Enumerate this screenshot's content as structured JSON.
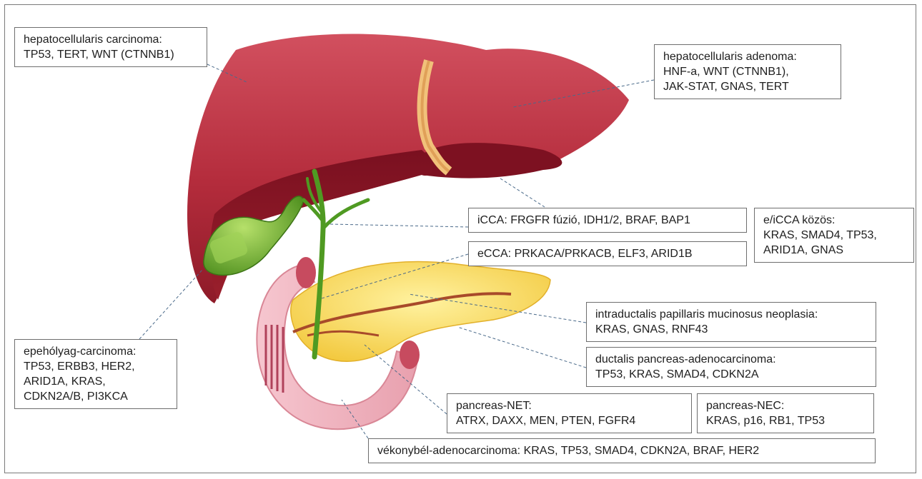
{
  "labels": {
    "hcc": [
      "hepatocellularis carcinoma:",
      "TP53, TERT, WNT (CTNNB1)"
    ],
    "hca": [
      "hepatocellularis adenoma:",
      "HNF-a, WNT (CTNNB1),",
      "JAK-STAT, GNAS, TERT"
    ],
    "icca": [
      "iCCA: FRGFR fúzió, IDH1/2, BRAF, BAP1"
    ],
    "ecca": [
      "eCCA: PRKACA/PRKACB, ELF3, ARID1B"
    ],
    "eicca": [
      "e/iCCA közös:",
      "KRAS, SMAD4, TP53,",
      "ARID1A, GNAS"
    ],
    "ipmn": [
      "intraductalis papillaris mucinosus neoplasia:",
      "KRAS, GNAS, RNF43"
    ],
    "pdac": [
      "ductalis pancreas-adenocarcinoma:",
      "TP53, KRAS, SMAD4, CDKN2A"
    ],
    "gallbladder": [
      "epehólyag-carcinoma:",
      "TP53, ERBB3, HER2,",
      "ARID1A, KRAS,",
      "CDKN2A/B, PI3KCA"
    ],
    "pnet": [
      "pancreas-NET:",
      "ATRX, DAXX, MEN, PTEN, FGFR4"
    ],
    "pnec": [
      "pancreas-NEC:",
      "KRAS, p16, RB1, TP53"
    ],
    "smallbowel": [
      "vékonybél-adenocarcinoma: KRAS, TP53, SMAD4, CDKN2A, BRAF, HER2"
    ]
  }
}
